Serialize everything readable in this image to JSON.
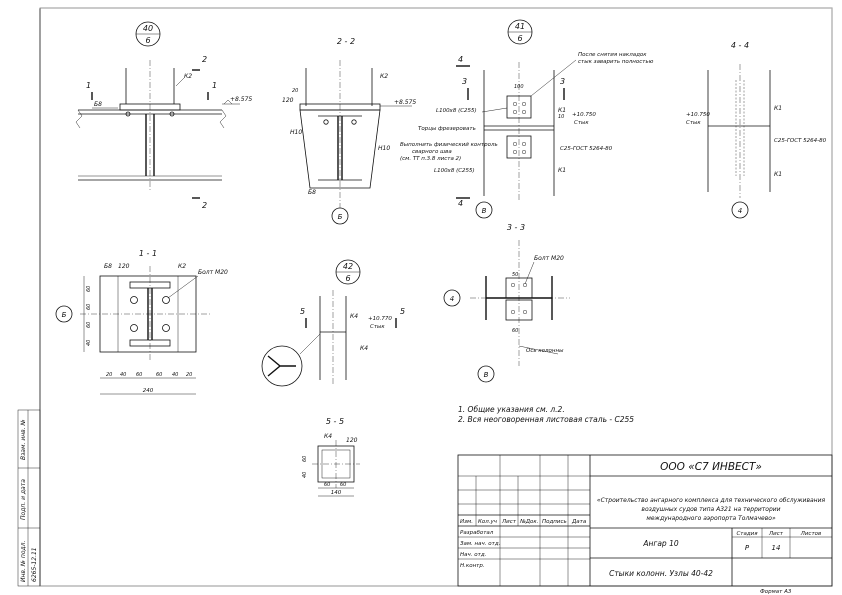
{
  "sheet": {
    "format": "Формат  А3",
    "side_stamp": {
      "inv_podl": "Инв. № подл.",
      "inv_num": "6265-12.11",
      "podp_data": "Подп. и дата",
      "vzam": "Взам. инв. №"
    }
  },
  "notes": {
    "n1": "1. Общие указания см. л.2.",
    "n2": "2. Вся неоговоренная листовая сталь - С255"
  },
  "title_block": {
    "company": "ООО «С7 ИНВЕСТ»",
    "project_l1": "«Строительство ангарного комплекса для технического обслуживания",
    "project_l2": "воздушных судов типа А321 на территории",
    "project_l3": "международного аэропорта Толмачево»",
    "building": "Ангар 10",
    "sheet_title": "Стыки колонн. Узлы 40-42",
    "h_stage": "Стадия",
    "h_sheet": "Лист",
    "h_sheets": "Листов",
    "stage": "Р",
    "sheet_no": "14",
    "cols": [
      "Изм.",
      "Кол.уч",
      "Лист",
      "№Док.",
      "Подпись",
      "Дата"
    ],
    "roles": [
      "Разработал",
      "Зам. нач. отд.",
      "Нач. отд.",
      "Н.контр."
    ]
  },
  "views": {
    "v40": {
      "num": "40",
      "sheet": "6",
      "k2": "К2",
      "b8": "Б8",
      "elev": "+8.575",
      "s1": "1",
      "s2": "2"
    },
    "v22": {
      "title": "2 - 2",
      "k2": "К2",
      "d120": "120",
      "d20": "20",
      "elev": "+8.575",
      "h10a": "Н10",
      "h10b": "Н10",
      "b8": "Б8",
      "axis": "Б"
    },
    "v41": {
      "num": "41",
      "sheet": "6",
      "s3": "3",
      "s4": "4",
      "note_top1": "После снятия накладок",
      "note_top2": "стык заварить полностью",
      "angle1": "L100х8  (С255)",
      "angle2": "L100х8  (С255)",
      "k1a": "К1",
      "k1b": "К1",
      "elev": "+10.750",
      "styk": "Стык",
      "holes": "Торцы фрезеровать",
      "weld1": "Выполнить физический контроль",
      "weld2": "сварного шва",
      "weld3": "(см. ТТ п.3.8 листа 2)",
      "gost": "С25-ГОСТ 5264-80",
      "axis": "В",
      "d10": "10",
      "d100": "100"
    },
    "v44": {
      "title": "4 - 4",
      "k1a": "К1",
      "k1b": "К1",
      "elev": "+10.750",
      "styk": "Стык",
      "gost": "С25-ГОСТ 5264-80",
      "axis": "4"
    },
    "v11": {
      "title": "1 - 1",
      "b8": "Б8",
      "d120": "120",
      "k2": "К2",
      "bolt": "Болт М20",
      "axis": "Б",
      "dims_bottom": [
        "20",
        "40",
        "60",
        "60",
        "40",
        "20"
      ],
      "dim_total": "240",
      "dims_left": [
        "60",
        "60",
        "60",
        "40"
      ]
    },
    "v42": {
      "num": "42",
      "sheet": "6",
      "s5": "5",
      "k4a": "К4",
      "k4b": "К4",
      "elev": "+10.770",
      "styk": "Стык"
    },
    "v33": {
      "title": "3 - 3",
      "bolt": "Болт М20",
      "axis4": "4",
      "axisV": "В",
      "axis_col": "Ось колонны",
      "d50": "50",
      "d60": "60"
    },
    "v55": {
      "title": "5 - 5",
      "k4": "К4",
      "d120": "120",
      "d40": "40",
      "d60": "60",
      "d140": "140"
    }
  }
}
